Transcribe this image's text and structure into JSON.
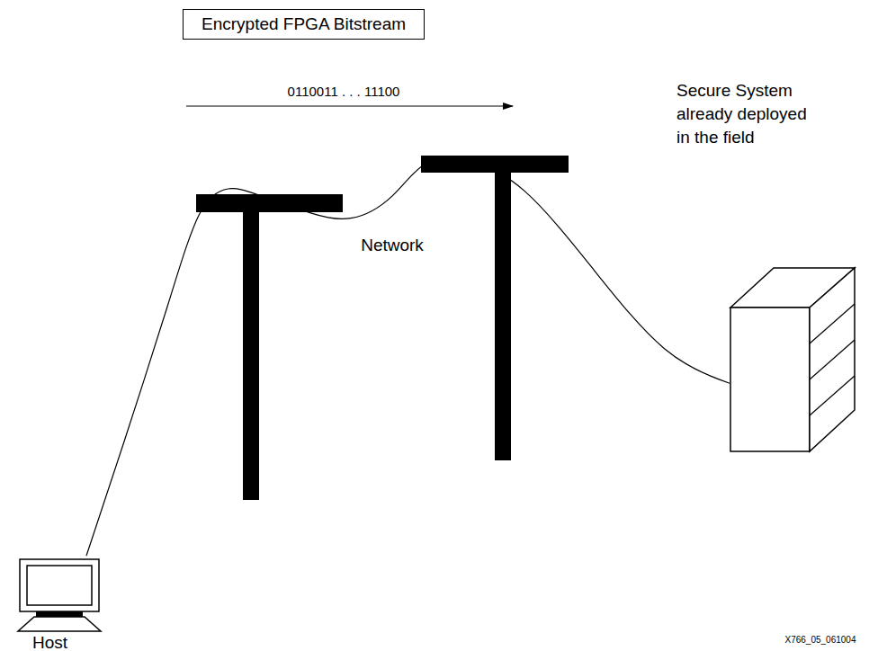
{
  "diagram": {
    "nodes": [
      {
        "text": [
          "Encrypted FPGA Bitstream"
        ]
      },
      {
        "text": [
          "Host"
        ]
      },
      {
        "text": [
          "Secure System already deployed in the field"
        ]
      }
    ],
    "edges": [
      {
        "from": 1,
        "to": 2,
        "arrow": "none"
      }
    ],
    "labels": [
      "0110011 . . . 11100",
      "Network",
      "X766_05_061004"
    ]
  }
}
